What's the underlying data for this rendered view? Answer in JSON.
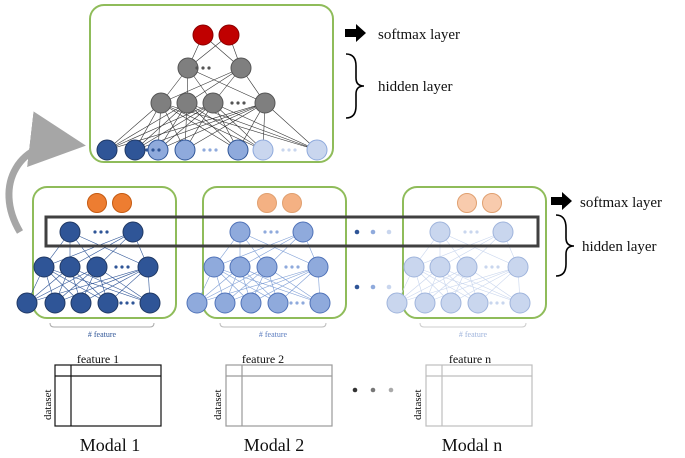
{
  "top_network": {
    "softmax_label": "softmax layer",
    "hidden_label": "hidden layer"
  },
  "main_row": {
    "softmax_label": "softmax layer",
    "hidden_label": "hidden layer"
  },
  "modals": [
    {
      "feature_caption": "# feature",
      "table_header": "feature 1",
      "table_side": "dataset",
      "name": "Modal 1",
      "node_color": "#2f5597",
      "output_color": "#ed7d31",
      "table_color": "#111111"
    },
    {
      "feature_caption": "# feature",
      "table_header": "feature 2",
      "table_side": "dataset",
      "name": "Modal 2",
      "node_color": "#8faadc",
      "output_color": "#f4b183",
      "table_color": "#9a9a9a"
    },
    {
      "feature_caption": "# feature",
      "table_header": "feature n",
      "table_side": "dataset",
      "name": "Modal n",
      "node_color": "#c9d6ee",
      "output_color": "#f8cbad",
      "table_color": "#bdbdbd"
    }
  ],
  "colors": {
    "box_border": "#8fbc5a",
    "top_output": "#c00000",
    "hidden_gray": "#7f7f7f",
    "highlight_border": "#404040",
    "curved_arrow": "#a6a6a6"
  }
}
